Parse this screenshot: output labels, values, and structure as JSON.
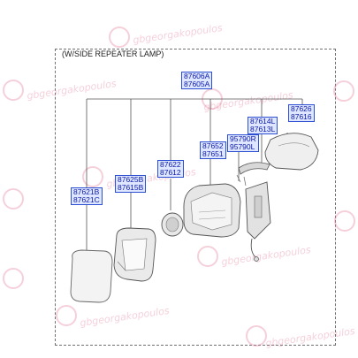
{
  "title": "(W/SIDE REPEATER LAMP)",
  "labels": {
    "l1": [
      "87606A",
      "87605A"
    ],
    "l2": [
      "87614L",
      "87613L"
    ],
    "l3": [
      "87626",
      "87616"
    ],
    "l4": [
      "87652",
      "87651"
    ],
    "l5": [
      "95790R",
      "95790L"
    ],
    "l6": [
      "87622",
      "87612"
    ],
    "l7": [
      "87625B",
      "87615B"
    ],
    "l8": [
      "87621B",
      "87621C"
    ]
  },
  "watermark": "gbgeorgakopoulos"
}
